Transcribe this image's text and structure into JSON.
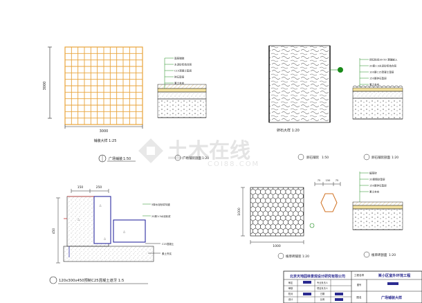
{
  "watermark": {
    "brand_cn": "土木在线",
    "brand_en": "COI88.COM"
  },
  "plan_a": {
    "width_dim": "3000",
    "height_dim": "3000",
    "caption": "铺装大样 1:25",
    "title": "广场铺装",
    "scale": "1:50"
  },
  "section_a": {
    "title": "广场铺装剖面",
    "scale": "1:20",
    "layers": [
      "面层铺装",
      "水泥砂浆结合层",
      "C15混凝土垫层",
      "碎石垫层",
      "素土夯实"
    ]
  },
  "plan_b": {
    "caption": "卵石大样 1:20",
    "title": "卵石铺装",
    "scale": "1:50"
  },
  "section_b": {
    "title": "卵石铺装剖面",
    "scale": "1:20",
    "layers": [
      "卵石粒径30-50 满铺嵌入",
      "20厚1:3水泥砂浆结合层",
      "100厚C15混凝土垫层",
      "150厚碎石垫层",
      "素土夯实"
    ]
  },
  "curb": {
    "dims_top": [
      "150",
      "250"
    ],
    "dim_left": "450",
    "caption": "120x300x450预制C25混凝土道牙 1:5",
    "notes": [
      "5厚水泥砂浆勾缝",
      "20厚1:3水泥砂浆",
      "C15混凝土",
      "素土夯实"
    ]
  },
  "plan_c": {
    "width_dim": "1000",
    "height_dim": "1000",
    "caption": "植草砖铺装 1:20",
    "unit_dims": [
      "75",
      "150",
      "75"
    ]
  },
  "section_c": {
    "title": "植草砖剖面",
    "scale": "1:20",
    "layers": [
      "植草砖",
      "20厚粗砂垫层",
      "150厚碎石垫层",
      "素土夯实"
    ]
  },
  "title_block": {
    "company": "北京天地园林景观设计研究有限公司",
    "project": "某小区室外环境工程",
    "drawing_title": "广场铺装大样",
    "project_label": "工程名称",
    "drawing_label": "图名",
    "row_labels": [
      "审定",
      "审核",
      "校对",
      "设计",
      "制图"
    ],
    "cells": [
      "专业负责人",
      "项目负责人",
      "日期",
      "图号",
      "比例"
    ]
  },
  "colors": {
    "line": "#1e1e1e",
    "grid": "#e8a33a",
    "accent": "#3a3aa8",
    "green": "#1a8a1a",
    "red": "#c03030"
  }
}
